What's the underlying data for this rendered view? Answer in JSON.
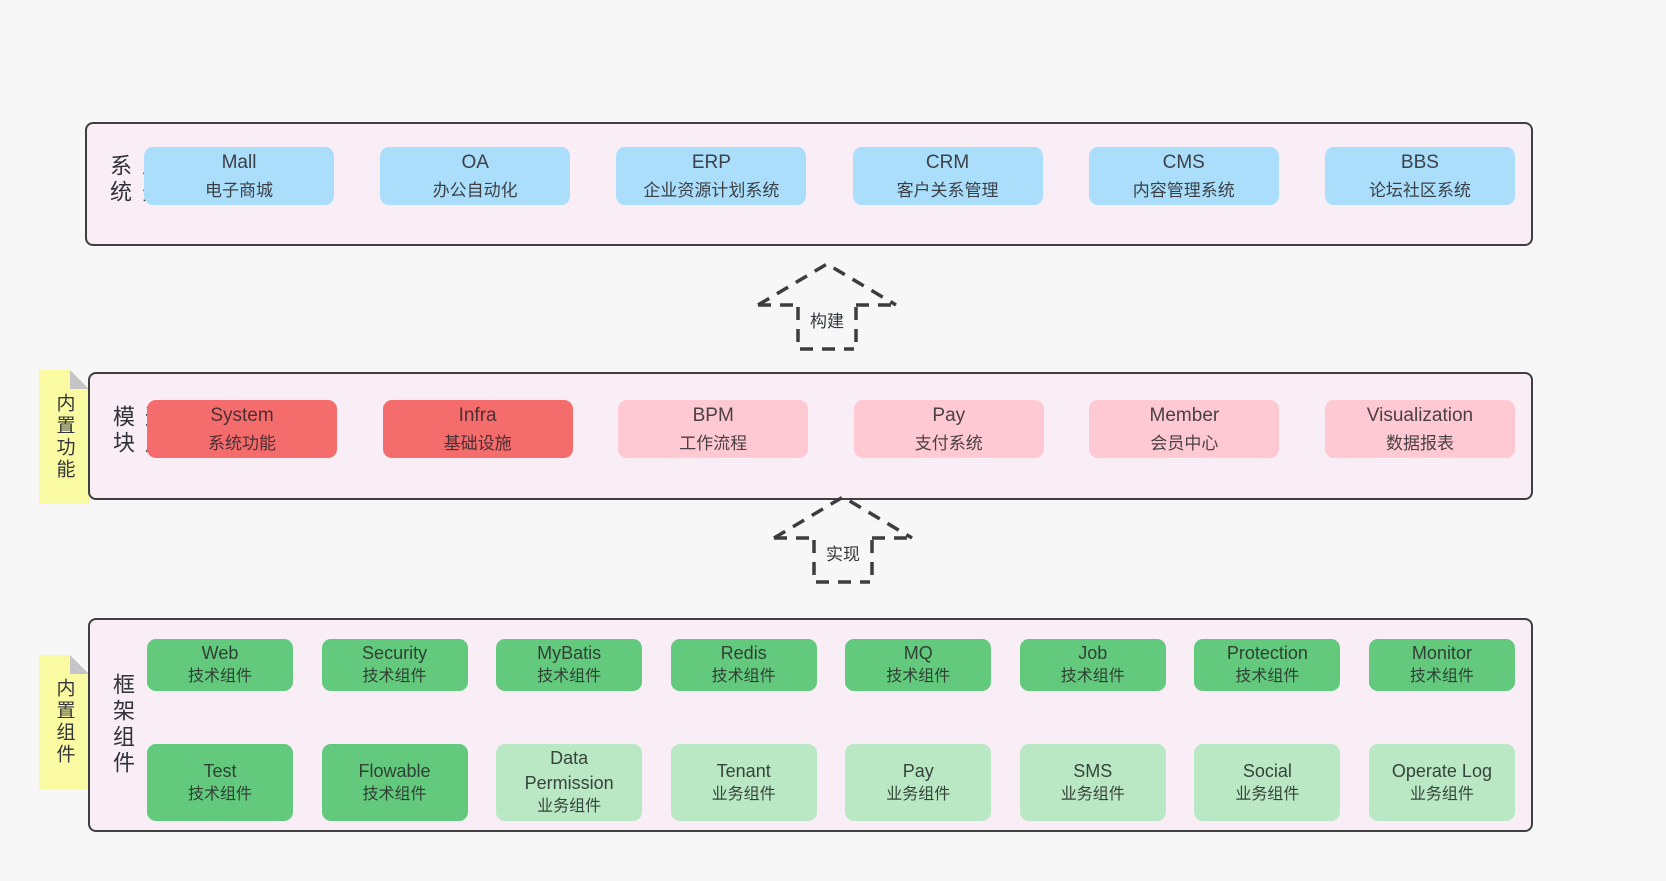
{
  "colors": {
    "page_bg": "#f7f7f8",
    "container_bg": "#f9edf6",
    "container_border": "#3f3f3f",
    "blue_box": "#aadefb",
    "red_box": "#f56c6c",
    "pink_box": "#ffc9d3",
    "green_box": "#63c97d",
    "light_green_box": "#bae8c5",
    "sticky_yellow": "#fafaa2",
    "fold_gray": "#c5c5c9",
    "text": "#3c4046"
  },
  "business": {
    "label": "业务系统",
    "boxes": [
      {
        "name": "Mall",
        "desc": "电子商城"
      },
      {
        "name": "OA",
        "desc": "办公自动化"
      },
      {
        "name": "ERP",
        "desc": "企业资源计划系统"
      },
      {
        "name": "CRM",
        "desc": "客户关系管理"
      },
      {
        "name": "CMS",
        "desc": "内容管理系统"
      },
      {
        "name": "BBS",
        "desc": "论坛社区系统"
      }
    ]
  },
  "arrows": {
    "build": "构建",
    "implement": "实现"
  },
  "common": {
    "label": "通用模块",
    "sticky": "内置功能",
    "boxes": [
      {
        "name": "System",
        "desc": "系统功能",
        "variant": "red"
      },
      {
        "name": "Infra",
        "desc": "基础设施",
        "variant": "red"
      },
      {
        "name": "BPM",
        "desc": "工作流程",
        "variant": "pink"
      },
      {
        "name": "Pay",
        "desc": "支付系统",
        "variant": "pink"
      },
      {
        "name": "Member",
        "desc": "会员中心",
        "variant": "pink"
      },
      {
        "name": "Visualization",
        "desc": "数据报表",
        "variant": "pink"
      }
    ]
  },
  "components": {
    "label": "框架组件",
    "sticky": "内置组件",
    "row1": [
      {
        "name": "Web",
        "desc": "技术组件"
      },
      {
        "name": "Security",
        "desc": "技术组件"
      },
      {
        "name": "MyBatis",
        "desc": "技术组件"
      },
      {
        "name": "Redis",
        "desc": "技术组件"
      },
      {
        "name": "MQ",
        "desc": "技术组件"
      },
      {
        "name": "Job",
        "desc": "技术组件"
      },
      {
        "name": "Protection",
        "desc": "技术组件"
      },
      {
        "name": "Monitor",
        "desc": "技术组件"
      }
    ],
    "row2": [
      {
        "name": "Test",
        "desc": "技术组件",
        "variant": "green"
      },
      {
        "name": "Flowable",
        "desc": "技术组件",
        "variant": "green"
      },
      {
        "name": "Data Permission",
        "desc": "业务组件",
        "variant": "lightgreen"
      },
      {
        "name": "Tenant",
        "desc": "业务组件",
        "variant": "lightgreen"
      },
      {
        "name": "Pay",
        "desc": "业务组件",
        "variant": "lightgreen"
      },
      {
        "name": "SMS",
        "desc": "业务组件",
        "variant": "lightgreen"
      },
      {
        "name": "Social",
        "desc": "业务组件",
        "variant": "lightgreen"
      },
      {
        "name": "Operate Log",
        "desc": "业务组件",
        "variant": "lightgreen"
      }
    ]
  }
}
